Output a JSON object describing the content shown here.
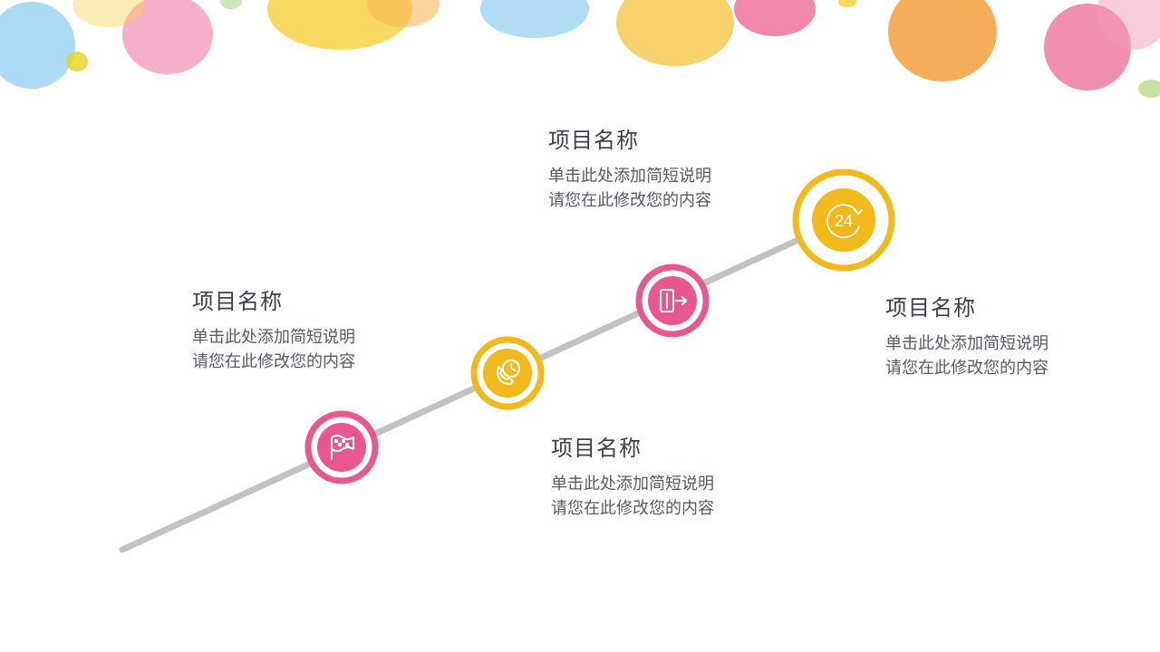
{
  "colors": {
    "line": "#c2c2c2",
    "pink": "#e8578f",
    "yellow": "#f2b81c",
    "title_text": "#3a3f52",
    "body_text": "#555a66"
  },
  "milestones": [
    {
      "title": "项目名称",
      "line1": "单击此处添加简短说明",
      "line2": "请您在此修改您的内容",
      "icon": "flag-icon",
      "color": "pink"
    },
    {
      "title": "项目名称",
      "line1": "单击此处添加简短说明",
      "line2": "请您在此修改您的内容",
      "icon": "phone-clock-icon",
      "color": "yellow"
    },
    {
      "title": "项目名称",
      "line1": "单击此处添加简短说明",
      "line2": "请您在此修改您的内容",
      "icon": "exit-door-icon",
      "color": "pink"
    },
    {
      "title": "项目名称",
      "line1": "单击此处添加简短说明",
      "line2": "请您在此修改您的内容",
      "icon": "24-hour-icon",
      "color": "yellow"
    }
  ],
  "icon_24_label": "24"
}
